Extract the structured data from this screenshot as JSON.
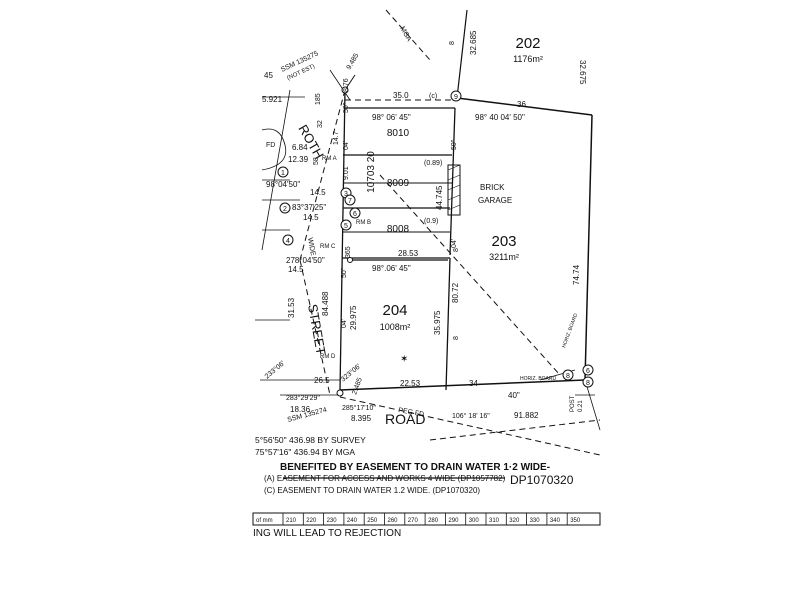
{
  "plan": {
    "lots": {
      "lot202": {
        "number": "202",
        "area": "1176m²"
      },
      "lot203": {
        "number": "203",
        "area": "3211m²"
      },
      "lot204": {
        "number": "204",
        "area": "1008m²"
      }
    },
    "strata": [
      "8010",
      "8009",
      "8008"
    ],
    "strata_dp": "10703 20",
    "garage": [
      "BRICK",
      "GARAGE"
    ],
    "streets": {
      "roth": "ROTH",
      "street": "STREET",
      "road": "ROAD",
      "wide": "WIDE"
    },
    "dimensions": {
      "top_mga": "MGA",
      "d8_top": "8",
      "d32685": "32.685",
      "d32675": "32.675",
      "d35": "35.0",
      "d36": "36",
      "b98_06_45": "98° 06' 45\"",
      "b98_40_04_50": "98°  40  04'   50\"",
      "d089": "(0.89)",
      "d09": "(0.9)",
      "d44745": "44.745",
      "d50a": "50\"",
      "d04a": "04'",
      "d2853": "28.53",
      "b98_06_45b": "98°.06' 45\"",
      "d8072": "80.72",
      "d35975": "35.975",
      "d7474": "74.74",
      "d40": "40\"",
      "d2253": "22.53",
      "d34": "34",
      "d265": "26.5",
      "d8a": "8",
      "d8b": "8",
      "d50b": "50\"",
      "d04b": "04'",
      "b83_37_25": "83°37'25\"",
      "b98_04_50": "98°04'50\"",
      "b278_04_50": "278°04'50\"",
      "d145a": "14.5",
      "d145b": "14.5",
      "d145c": "14.5",
      "d147": "14.7",
      "d901": "9.01",
      "d9485": "9.485",
      "d876": "8.76",
      "d1836": "18.36",
      "d5921": "5.921",
      "d45": "45",
      "d684": "6.84",
      "d1239": "12.39",
      "fd": "FD",
      "d3153": "31.53",
      "d84488": "84.488",
      "d29975": "29.975",
      "d50c": "50\"",
      "d04c": "04'",
      "d365": "365",
      "d2485": "2.485",
      "b233_06": "233°06'",
      "b323_06": "323°06'",
      "b283_29_29": "283°29'29\"",
      "b285_17_10": "285°17'10\"",
      "d8395": "8.395",
      "peg": "PEG FD",
      "b106_18_16": "106° 18' 16\"",
      "d91882": "91.882",
      "horiz_board1": "HORIZ. BOARD",
      "horiz_board2": "HORIZ. BOARD",
      "rm_a": "RM A",
      "rm_b": "RM B",
      "rm_c": "RM C",
      "rm_d": "RM D",
      "ssm1": "SSM 135275",
      "ssm1_note": "(NOT EST)",
      "ssm2": "SSM 135274",
      "post": "POST",
      "post_val": "0.21",
      "d32": "32",
      "d58": "58",
      "d18_5": "18.5",
      "d185": "185"
    },
    "markers": [
      "1",
      "2",
      "3",
      "4",
      "5",
      "6",
      "7",
      "8",
      "9",
      "8",
      "6"
    ]
  },
  "notes": {
    "survey1": "5°56'50\"  436.98  BY SURVEY",
    "survey2": "75°57'16\"  436.94  BY MGA",
    "benefited": "BENEFITED BY EASEMENT TO DRAIN WATER 1·2 WIDE-",
    "line_a": "(A)  EASEMENT FOR ACCESS AND WORKS 4 WIDE (DP1057782)",
    "line_c": "(C)  EASEMENT TO DRAIN WATER 1.2 WIDE. (DP1070320)",
    "dp_number": "DP1070320",
    "footer": "ING WILL LEAD TO REJECTION"
  },
  "scale": {
    "prefix": "of mm",
    "ticks": [
      "210",
      "220",
      "230",
      "240",
      "250",
      "260",
      "270",
      "280",
      "290",
      "300",
      "310",
      "320",
      "330",
      "340",
      "350"
    ]
  }
}
